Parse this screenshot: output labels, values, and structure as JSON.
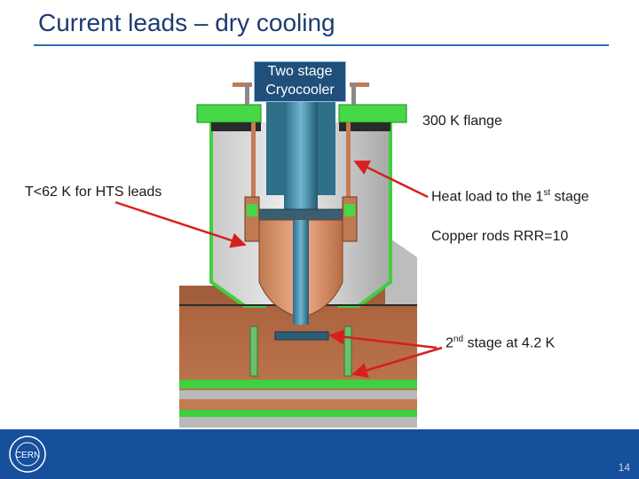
{
  "slide": {
    "title": "Current leads – dry cooling",
    "page_number": "14"
  },
  "labels": {
    "cryocooler_line1": "Two stage",
    "cryocooler_line2": "Cryocooler",
    "flange": "300 K flange",
    "hts": "T<62 K for HTS leads",
    "heat_load_pre": "Heat load to the 1",
    "heat_load_sup": "st",
    "heat_load_post": " stage",
    "copper_rods": "Copper rods RRR=10",
    "second_stage_sup": "nd",
    "second_stage_pre": "2",
    "second_stage_post": " stage at 4.2 K"
  },
  "logo": {
    "text": "CERN"
  },
  "colors": {
    "accent": "#164f9c",
    "arrow": "#d62020",
    "insulation": "#3fcf3f",
    "copper": "#c8805a",
    "cryocooler": "#2f6f8a"
  }
}
